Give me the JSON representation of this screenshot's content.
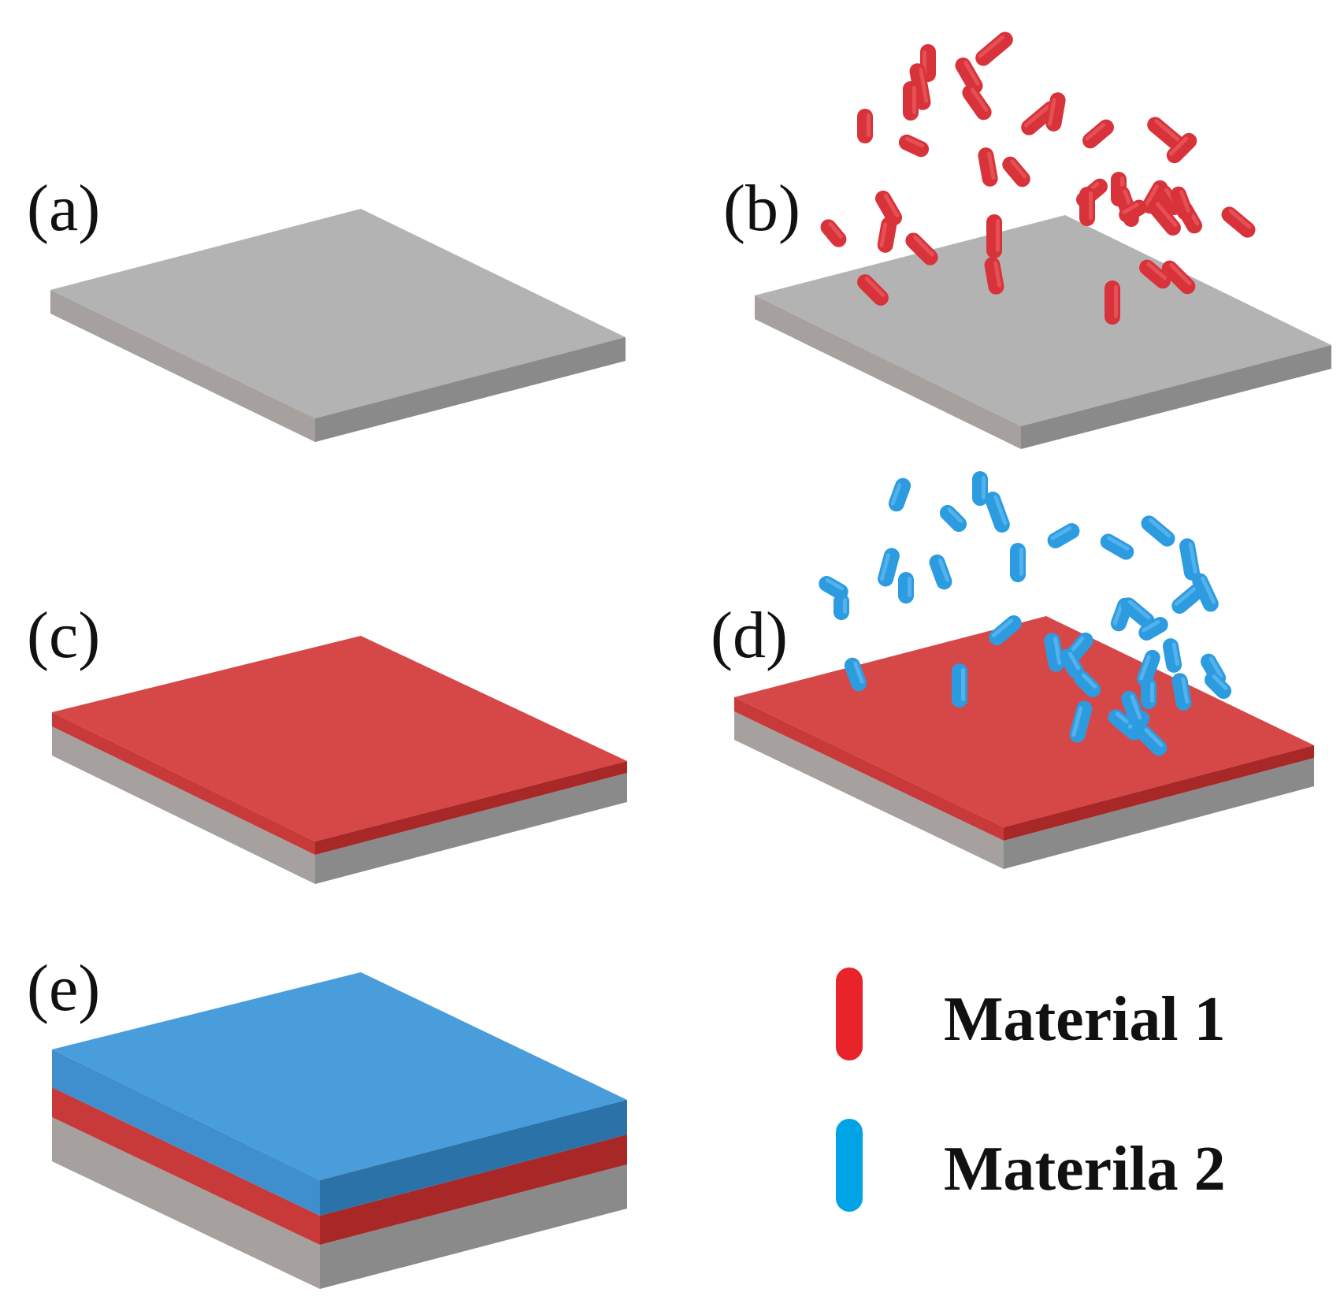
{
  "panels": [
    {
      "label": "(a)",
      "layers": [
        "substrate"
      ]
    },
    {
      "label": "(b)",
      "layers": [
        "substrate"
      ],
      "particles": "material_1"
    },
    {
      "label": "(c)",
      "layers": [
        "substrate",
        "material_1"
      ]
    },
    {
      "label": "(d)",
      "layers": [
        "substrate",
        "material_1"
      ],
      "particles": "material_2"
    },
    {
      "label": "(e)",
      "layers": [
        "substrate",
        "material_1",
        "material_2"
      ]
    }
  ],
  "legend": [
    {
      "label": "Material 1",
      "color": "#e8232a"
    },
    {
      "label": "Materila 2",
      "color": "#00a4e6"
    }
  ],
  "colors": {
    "substrate_top": "#b3b3b3",
    "substrate_front": "#a6a19e",
    "substrate_side": "#8b8a8b",
    "material_1_top": "#d64747",
    "material_1_front": "#c83a3a",
    "material_1_side": "#a82828",
    "material_2_top": "#4a9ddb",
    "material_2_front": "#3f8fcf",
    "material_2_side": "#2a72a8",
    "particle_1": "#d8323a",
    "particle_1_highlight": "#f06a6a",
    "particle_2": "#2d9be0",
    "particle_2_highlight": "#72c4f5"
  }
}
